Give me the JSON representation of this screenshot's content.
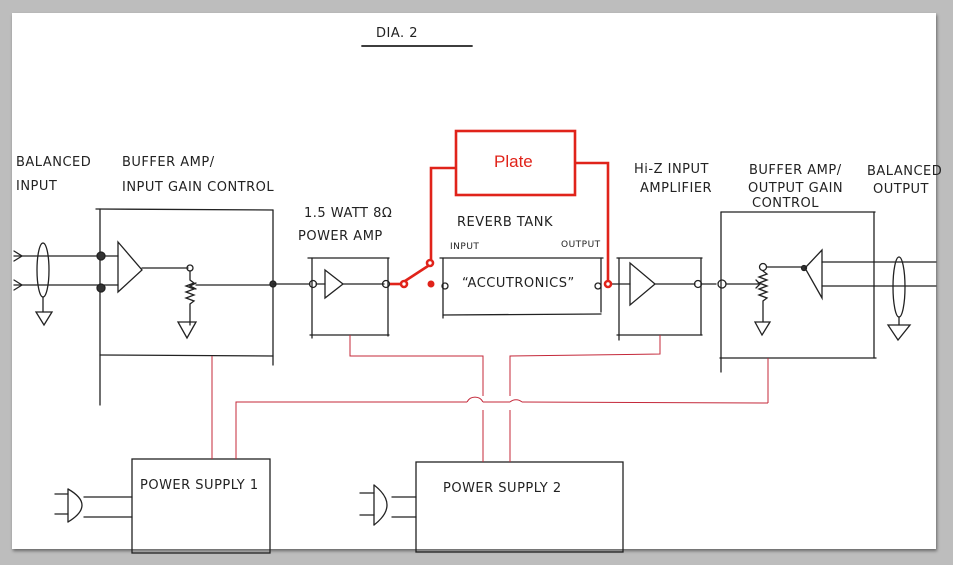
{
  "title": "DIA. 2",
  "colors": {
    "ink": "#222222",
    "highlight": "#e0231a",
    "power_wire": "#c4283a",
    "paper": "#ffffff",
    "background": "#bdbdbd"
  },
  "labels": {
    "balanced_input": [
      "BALANCED",
      "INPUT"
    ],
    "buffer_in": [
      "BUFFER AMP/",
      "INPUT GAIN CONTROL"
    ],
    "power_amp": [
      "1.5 WATT 8Ω",
      "POWER AMP"
    ],
    "plate": "Plate",
    "reverb_tank": "REVERB TANK",
    "tank_input": "INPUT",
    "tank_output": "OUTPUT",
    "tank_brand": "“ACCUTRONICS”",
    "hiz_amp": [
      "Hi-Z INPUT",
      "AMPLIFIER"
    ],
    "buffer_out": [
      "BUFFER AMP/",
      "OUTPUT GAIN",
      "CONTROL"
    ],
    "balanced_output": [
      "BALANCED",
      "OUTPUT"
    ],
    "power_supply_1": "POWER SUPPLY 1",
    "power_supply_2": "POWER SUPPLY 2"
  }
}
